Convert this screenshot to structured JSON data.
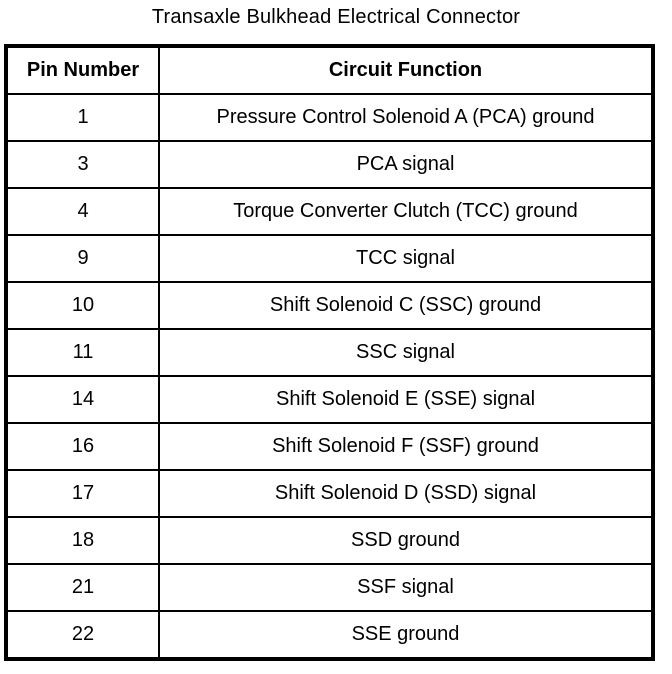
{
  "title": "Transaxle Bulkhead Electrical Connector",
  "table": {
    "headers": [
      "Pin Number",
      "Circuit Function"
    ],
    "rows": [
      [
        "1",
        "Pressure Control Solenoid A (PCA) ground"
      ],
      [
        "3",
        "PCA signal"
      ],
      [
        "4",
        "Torque Converter Clutch (TCC) ground"
      ],
      [
        "9",
        "TCC signal"
      ],
      [
        "10",
        "Shift Solenoid C (SSC) ground"
      ],
      [
        "11",
        "SSC signal"
      ],
      [
        "14",
        "Shift Solenoid E (SSE) signal"
      ],
      [
        "16",
        "Shift Solenoid F (SSF) ground"
      ],
      [
        "17",
        "Shift Solenoid D (SSD) signal"
      ],
      [
        "18",
        "SSD ground"
      ],
      [
        "21",
        "SSF signal"
      ],
      [
        "22",
        "SSE ground"
      ]
    ]
  },
  "colors": {
    "text": "#000000",
    "border": "#000000",
    "background": "#ffffff"
  }
}
